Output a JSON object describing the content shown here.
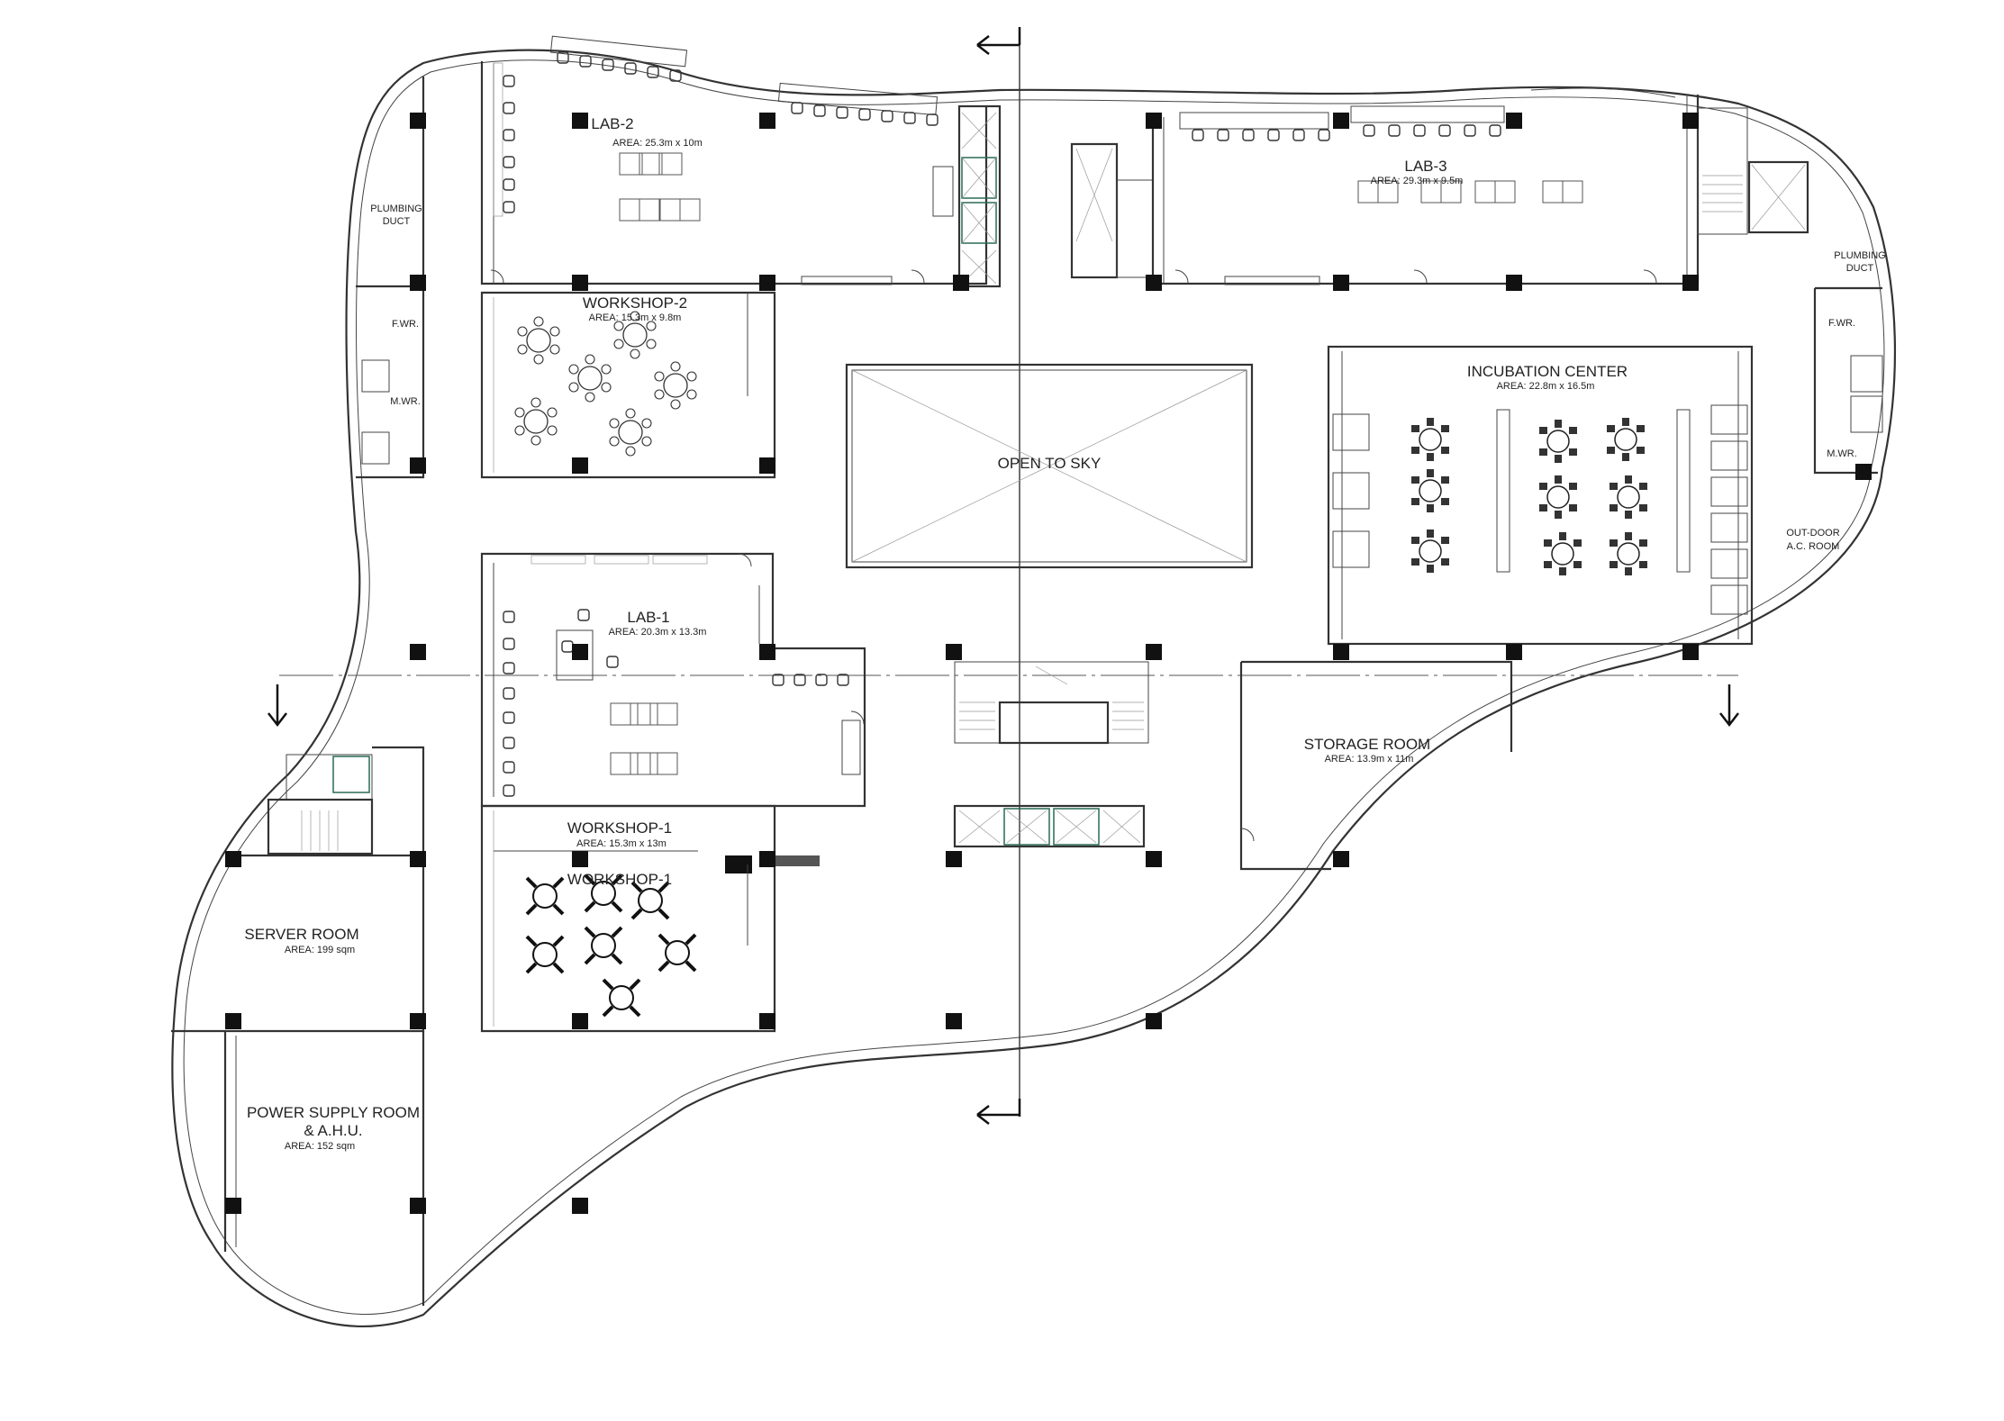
{
  "plan": {
    "rooms": {
      "lab2": {
        "name": "LAB-2",
        "area": "AREA: 25.3m x 10m"
      },
      "lab3": {
        "name": "LAB-3",
        "area": "AREA: 29.3m x 9.5m"
      },
      "workshop2": {
        "name": "WORKSHOP-2",
        "area": "AREA: 15.3m x 9.8m"
      },
      "open_to_sky": {
        "name": "OPEN TO SKY"
      },
      "incubation": {
        "name": "INCUBATION CENTER",
        "area": "AREA: 22.8m x 16.5m"
      },
      "lab1": {
        "name": "LAB-1",
        "area": "AREA: 20.3m x 13.3m"
      },
      "storage": {
        "name": "STORAGE ROOM",
        "area": "AREA: 13.9m x 11m"
      },
      "workshop1": {
        "name": "WORKSHOP-1",
        "name_repeat": "WORKSHOP-1",
        "area": "AREA: 15.3m x 13m"
      },
      "server": {
        "name": "SERVER ROOM",
        "area": "AREA: 199 sqm"
      },
      "power": {
        "name": "POWER SUPPLY ROOM",
        "name2": "& A.H.U.",
        "area": "AREA: 152 sqm"
      },
      "outdoor_ac": {
        "line1": "OUT-DOOR",
        "line2": "A.C. ROOM"
      },
      "plumbing_left": {
        "line1": "PLUMBING",
        "line2": "DUCT"
      },
      "plumbing_right": {
        "line1": "PLUMBING",
        "line2": "DUCT"
      },
      "fwr_left": "F.WR.",
      "mwr_left": "M.WR.",
      "fwr_right": "F.WR.",
      "mwr_right": "M.WR."
    }
  }
}
